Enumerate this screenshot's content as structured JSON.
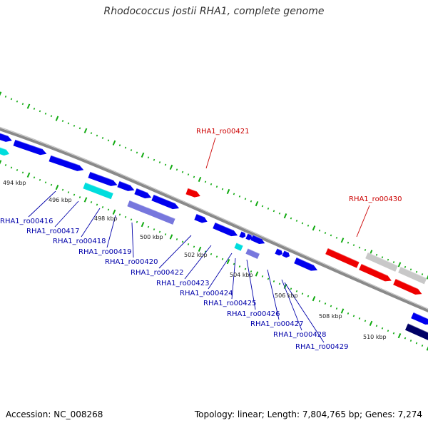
{
  "title": "Rhodococcus jostii RHA1, complete genome",
  "footer": {
    "accession": "Accession: NC_008268",
    "summary": "Topology: linear; Length: 7,804,765 bp; Genes: 7,274"
  },
  "colors": {
    "forward_gene": "#0000ee",
    "cds": "#00dddd",
    "rrna_like": "#7777dd",
    "navy": "#000066",
    "highlight": "#ee0000",
    "grey_gene": "#c8c8c8",
    "tick": "#11aa11",
    "backbone": "#888888",
    "label_blue": "#0000aa",
    "label_red": "#cc0000"
  },
  "kbp_labels": [
    "494 kbp",
    "496 kbp",
    "498 kbp",
    "500 kbp",
    "502 kbp",
    "504 kbp",
    "506 kbp",
    "508 kbp",
    "510 kbp"
  ],
  "gene_labels_blue": [
    "RHA1_ro00416",
    "RHA1_ro00417",
    "RHA1_ro00418",
    "RHA1_ro00419",
    "RHA1_ro00420",
    "RHA1_ro00422",
    "RHA1_ro00423",
    "RHA1_ro00424",
    "RHA1_ro00425",
    "RHA1_ro00426",
    "RHA1_ro00427",
    "RHA1_ro00428",
    "RHA1_ro00429"
  ],
  "gene_labels_red": [
    "RHA1_ro00421",
    "RHA1_ro00430"
  ]
}
